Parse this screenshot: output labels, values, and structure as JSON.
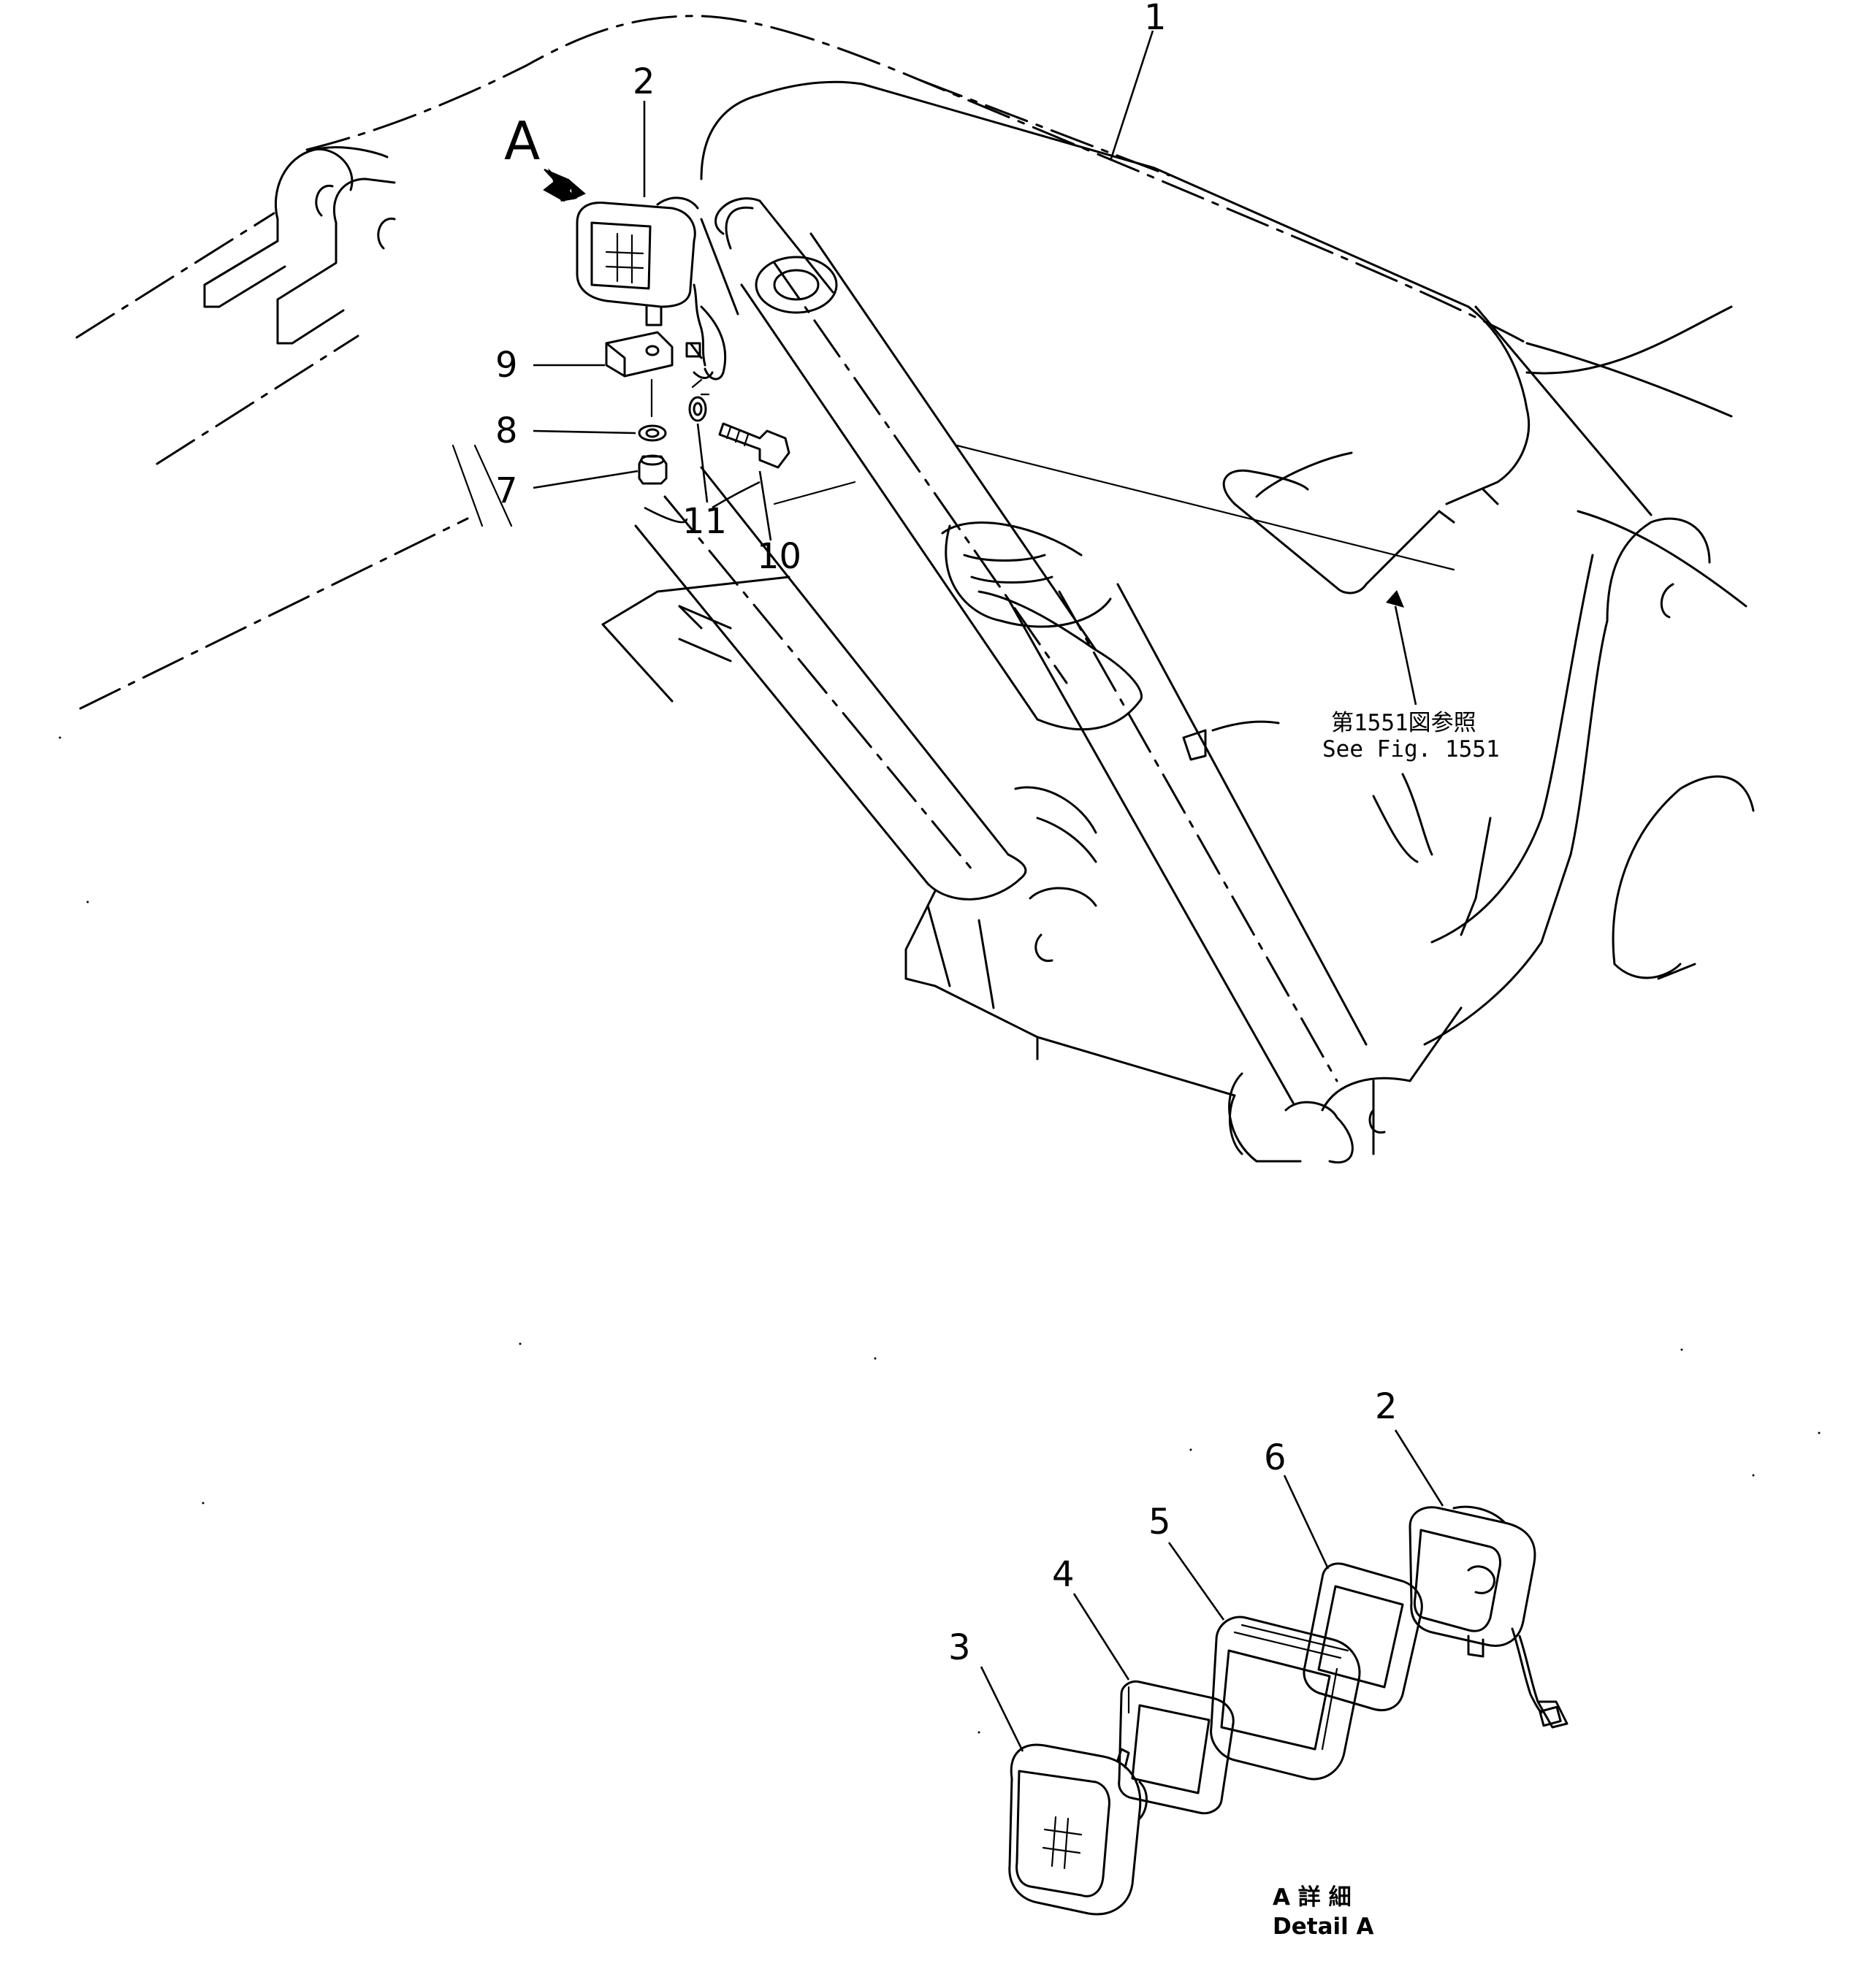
{
  "callouts": {
    "c1": "1",
    "c2": "2",
    "c7": "7",
    "c8": "8",
    "c9": "9",
    "c10": "10",
    "c11": "11",
    "detail_c2": "2",
    "detail_c3": "3",
    "detail_c4": "4",
    "detail_c5": "5",
    "detail_c6": "6"
  },
  "view_arrow_label": "A",
  "reference_note": {
    "line1": "第1551図参照",
    "line2": "See Fig. 1551"
  },
  "detail_label": {
    "line1": "A 詳 細",
    "line2": "Detail A"
  }
}
